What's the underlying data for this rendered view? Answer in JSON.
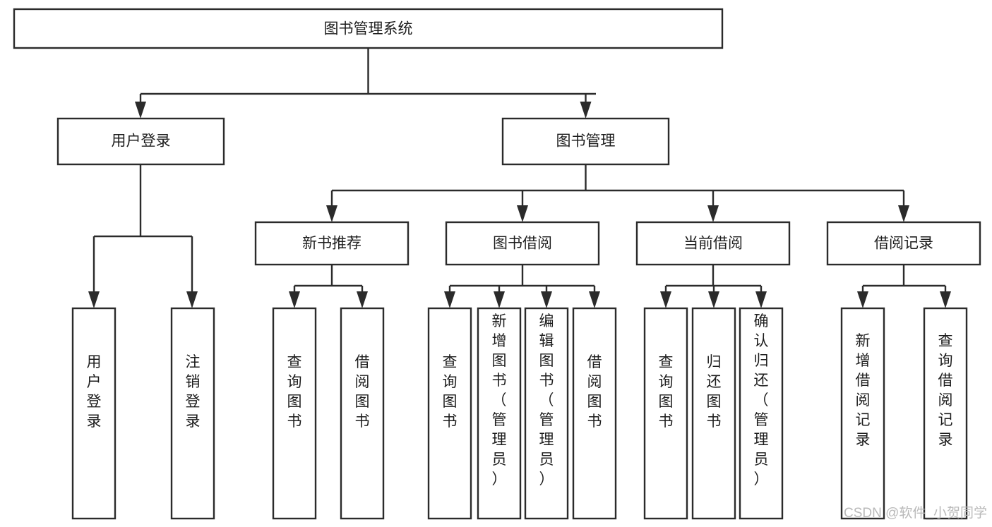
{
  "diagram": {
    "title": "图书管理系统",
    "type": "functional-structure-tree",
    "orientation": "top-down",
    "levels": 4,
    "root": {
      "id": "root",
      "label": "图书管理系统",
      "label_orientation": "horizontal"
    },
    "level2": [
      {
        "id": "user-login",
        "label": "用户登录",
        "label_orientation": "horizontal"
      },
      {
        "id": "book-management",
        "label": "图书管理",
        "label_orientation": "horizontal"
      }
    ],
    "level3": [
      {
        "id": "new-book-recommend",
        "label": "新书推荐",
        "label_orientation": "horizontal",
        "parent": "book-management"
      },
      {
        "id": "book-borrow",
        "label": "图书借阅",
        "label_orientation": "horizontal",
        "parent": "book-management"
      },
      {
        "id": "current-borrow",
        "label": "当前借阅",
        "label_orientation": "horizontal",
        "parent": "book-management"
      },
      {
        "id": "borrow-record",
        "label": "借阅记录",
        "label_orientation": "horizontal",
        "parent": "book-management"
      }
    ],
    "leaves": [
      {
        "id": "leaf-user-login",
        "label": "用户登录",
        "label_orientation": "vertical",
        "parent": "user-login"
      },
      {
        "id": "leaf-logout",
        "label": "注销登录",
        "label_orientation": "vertical",
        "parent": "user-login"
      },
      {
        "id": "leaf-query-book-1",
        "label": "查询图书",
        "label_orientation": "vertical",
        "parent": "new-book-recommend"
      },
      {
        "id": "leaf-borrow-book-1",
        "label": "借阅图书",
        "label_orientation": "vertical",
        "parent": "new-book-recommend"
      },
      {
        "id": "leaf-query-book-2",
        "label": "查询图书",
        "label_orientation": "vertical",
        "parent": "book-borrow"
      },
      {
        "id": "leaf-add-book",
        "label": "新增图书（管理员）",
        "label_orientation": "vertical",
        "parent": "book-borrow"
      },
      {
        "id": "leaf-edit-book",
        "label": "编辑图书（管理员）",
        "label_orientation": "vertical",
        "parent": "book-borrow"
      },
      {
        "id": "leaf-borrow-book-2",
        "label": "借阅图书",
        "label_orientation": "vertical",
        "parent": "book-borrow"
      },
      {
        "id": "leaf-query-book-3",
        "label": "查询图书",
        "label_orientation": "vertical",
        "parent": "current-borrow"
      },
      {
        "id": "leaf-return-book",
        "label": "归还图书",
        "label_orientation": "vertical",
        "parent": "current-borrow"
      },
      {
        "id": "leaf-confirm-return",
        "label": "确认归还（管理员）",
        "label_orientation": "vertical",
        "parent": "current-borrow"
      },
      {
        "id": "leaf-add-record",
        "label": "新增借阅记录",
        "label_orientation": "vertical",
        "parent": "borrow-record"
      },
      {
        "id": "leaf-query-record",
        "label": "查询借阅记录",
        "label_orientation": "vertical",
        "parent": "borrow-record"
      }
    ]
  },
  "watermark": {
    "text": "CSDN @软件_小贺同学"
  },
  "colors": {
    "box_stroke": "#2b2b2b",
    "box_fill": "#ffffff",
    "text": "#1d1d1d",
    "background": "#ffffff",
    "watermark": "#b9b9b9"
  }
}
